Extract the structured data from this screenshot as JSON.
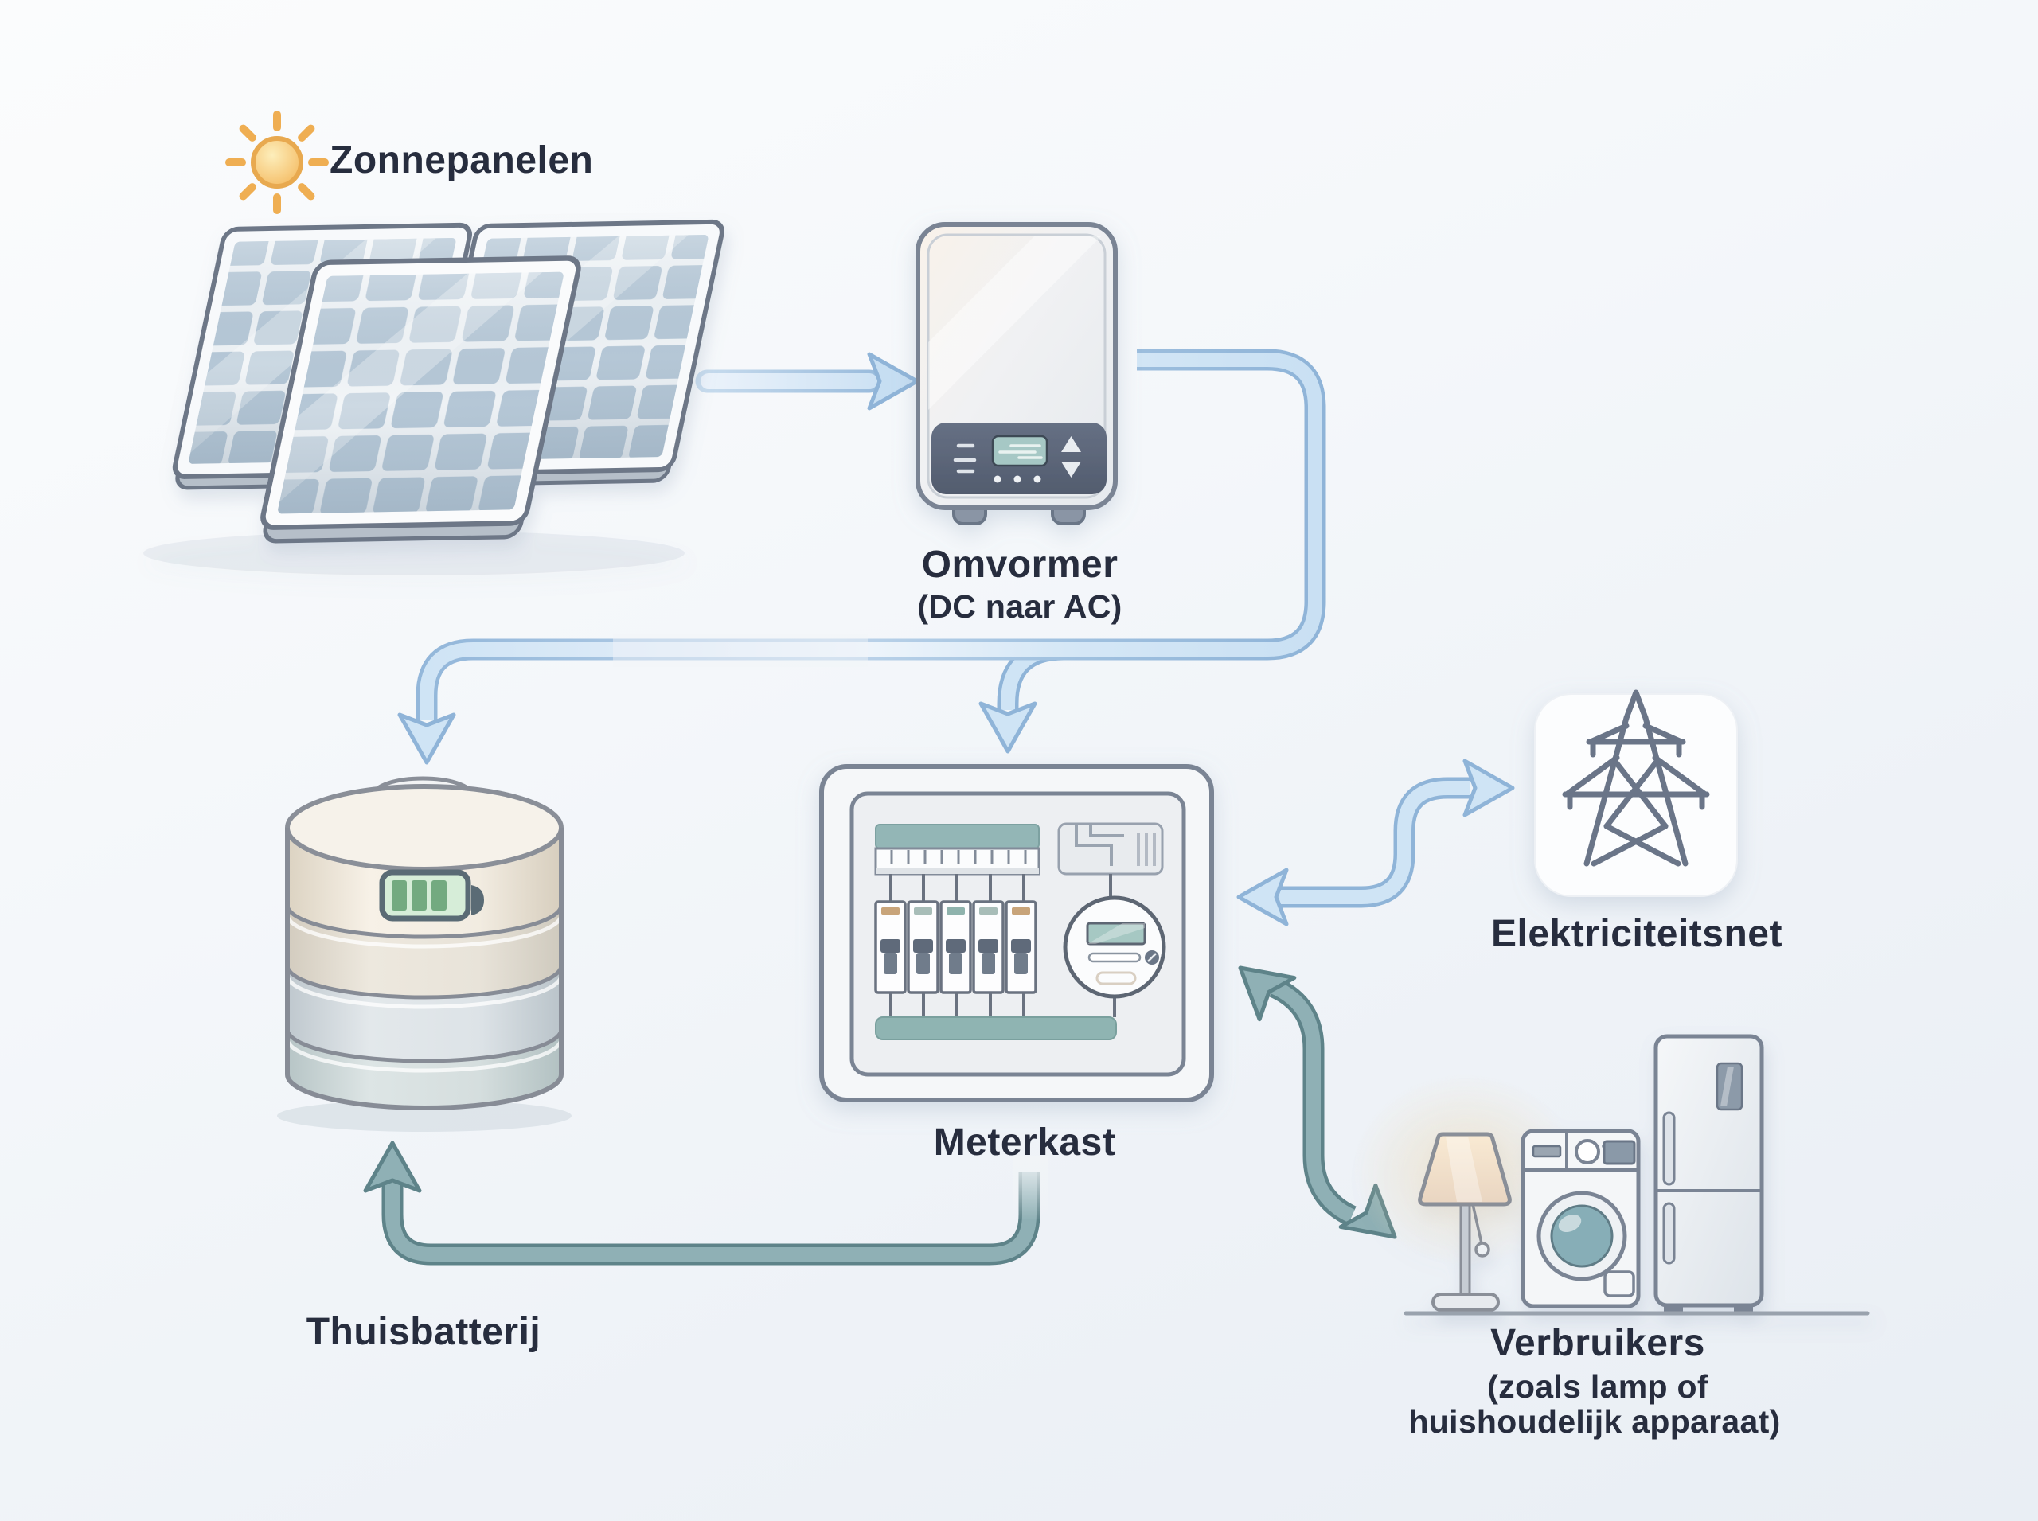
{
  "diagram": {
    "title_visible": false,
    "background_color": "#f2f5f8",
    "text_color": "#272d3e",
    "colors": {
      "arrow_blue_fill": "#cfe4f5",
      "arrow_blue_outline": "#8fb4d8",
      "arrow_teal_fill": "#8fb0b5",
      "arrow_teal_outline": "#5e8389",
      "sun_orange": "#f0ae52",
      "battery_level_green": "#73aa80",
      "panel_cell_blue": "#b5c7d6",
      "meter_teal": "#93b6b6"
    },
    "nodes": {
      "zonnepanelen": {
        "label": "Zonnepanelen",
        "icon": "sun-icon"
      },
      "omvormer": {
        "label": "Omvormer",
        "sublabel": "(DC naar AC)",
        "icon": "inverter-icon"
      },
      "thuisbatterij": {
        "label": "Thuisbatterij",
        "icon": "home-battery-icon"
      },
      "meterkast": {
        "label": "Meterkast",
        "icon": "fuse-box-icon"
      },
      "elektriciteitsnet": {
        "label": "Elektriciteitsnet",
        "icon": "transmission-tower-icon"
      },
      "verbruikers": {
        "label": "Verbruikers",
        "sublabel_line1": "(zoals lamp of",
        "sublabel_line2": "huishoudelijk apparaat)",
        "icon": "appliances-icon"
      }
    },
    "edges": [
      {
        "from": "zonnepanelen",
        "to": "omvormer",
        "style": "blue",
        "bidirectional": false
      },
      {
        "from": "omvormer",
        "to": "thuisbatterij",
        "style": "blue",
        "bidirectional": false
      },
      {
        "from": "omvormer",
        "to": "meterkast",
        "style": "blue",
        "bidirectional": false
      },
      {
        "from": "meterkast",
        "to": "elektriciteitsnet",
        "style": "blue",
        "bidirectional": true
      },
      {
        "from": "meterkast",
        "to": "verbruikers",
        "style": "teal",
        "bidirectional": true
      },
      {
        "from": "meterkast",
        "to": "thuisbatterij",
        "style": "teal",
        "bidirectional": false
      }
    ]
  }
}
